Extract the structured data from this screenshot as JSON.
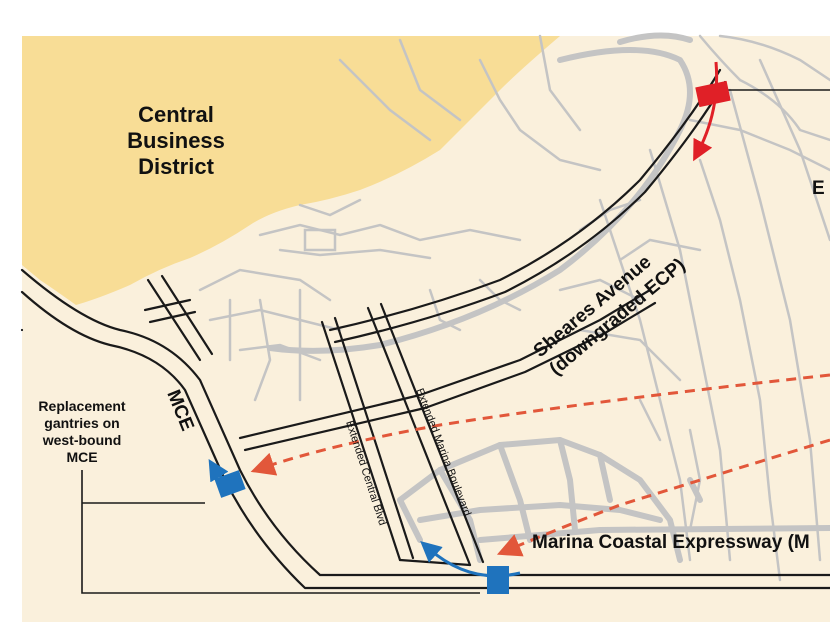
{
  "map": {
    "colors": {
      "land": "#faf0dc",
      "cbd": "#f8dd96",
      "minor_road": "#c4c4c4",
      "major_road": "#1a1a1a",
      "new_route": "#e2573a",
      "gantry_red": "#e02027",
      "gantry_blue": "#1f73bd"
    },
    "labels": {
      "cbd_line1": "Central",
      "cbd_line2": "Business",
      "cbd_line3": "District",
      "mce": "MCE",
      "sheares_line1": "Sheares Avenue",
      "sheares_line2": "(downgraded ECP)",
      "ext_central": "Extended Central Blvd",
      "ext_marina": "Extended Marina Boulevard",
      "mcex": "Marina Coastal Expressway (M",
      "ecp_partial": "E",
      "gantry_note_1": "Replacement",
      "gantry_note_2": "gantries on",
      "gantry_note_3": "west-bound",
      "gantry_note_4": "MCE"
    },
    "icons": {
      "gantry_red": "gantry-icon",
      "gantry_blue_mce": "gantry-icon",
      "gantry_blue_mcex": "gantry-icon",
      "route_arrow": "arrow-icon"
    }
  }
}
